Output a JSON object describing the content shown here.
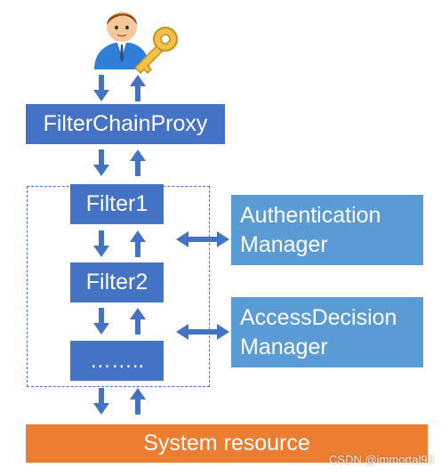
{
  "diagram": {
    "filter_chain_proxy": "FilterChainProxy",
    "filter1": "Filter1",
    "filter2": "Filter2",
    "ellipsis": "……..",
    "authentication_manager": "Authentication\nManager",
    "access_decision_manager": "AccessDecision\nManager",
    "system_resource": "System resource",
    "watermark": "CSDN @immortal90",
    "colors": {
      "filter_box": "#4472c4",
      "manager_box": "#5b9bd5",
      "resource_box": "#ed7d31",
      "arrow": "#4472c4"
    },
    "icons": [
      "user-with-key-icon"
    ]
  }
}
